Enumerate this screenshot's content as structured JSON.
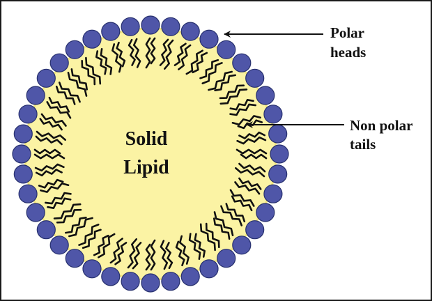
{
  "diagram": {
    "core_label_line1": "Solid",
    "core_label_line2": "Lipid",
    "head_label_line1": "Polar",
    "head_label_line2": "heads",
    "tail_label_line1": "Non polar",
    "tail_label_line2": "tails"
  },
  "colors": {
    "core_fill": "#fbf3a4",
    "core_edge": "#f2e680",
    "head_fill": "#4f56a8",
    "head_stroke": "#27306e",
    "tail_stroke": "#111111",
    "arrow": "#111111"
  },
  "icons": {
    "head": "polar-head-circle",
    "tail": "non-polar-tail-squiggle"
  }
}
